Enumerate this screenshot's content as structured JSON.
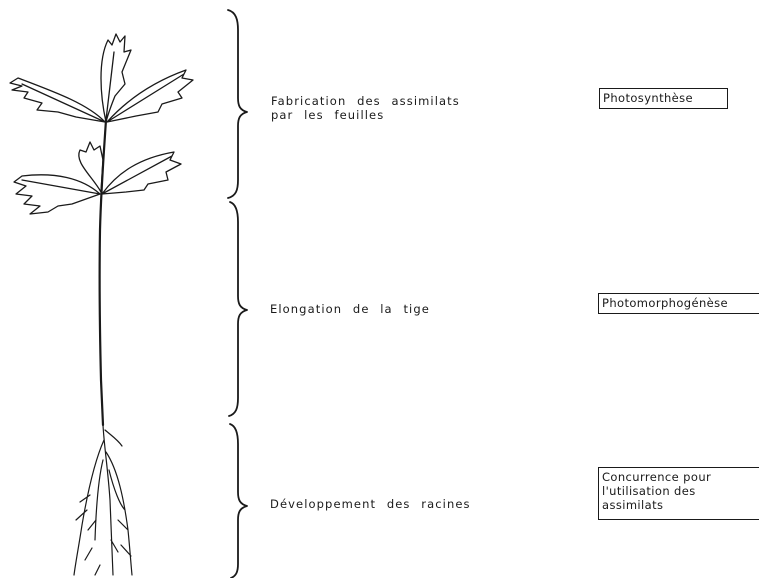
{
  "diagram": {
    "rows": [
      {
        "part": "leaves",
        "description": "Fabrication des assimilats\npar les feuilles",
        "process": "Photosynthèse"
      },
      {
        "part": "stem",
        "description": "Elongation de la tige",
        "process": "Photomorphogénèse"
      },
      {
        "part": "roots",
        "description": "Développement des racines",
        "process": "Concurrence pour\nl'utilisation des\nassimilats"
      }
    ]
  },
  "colors": {
    "ink": "#1a1a1a",
    "background": "#ffffff"
  }
}
